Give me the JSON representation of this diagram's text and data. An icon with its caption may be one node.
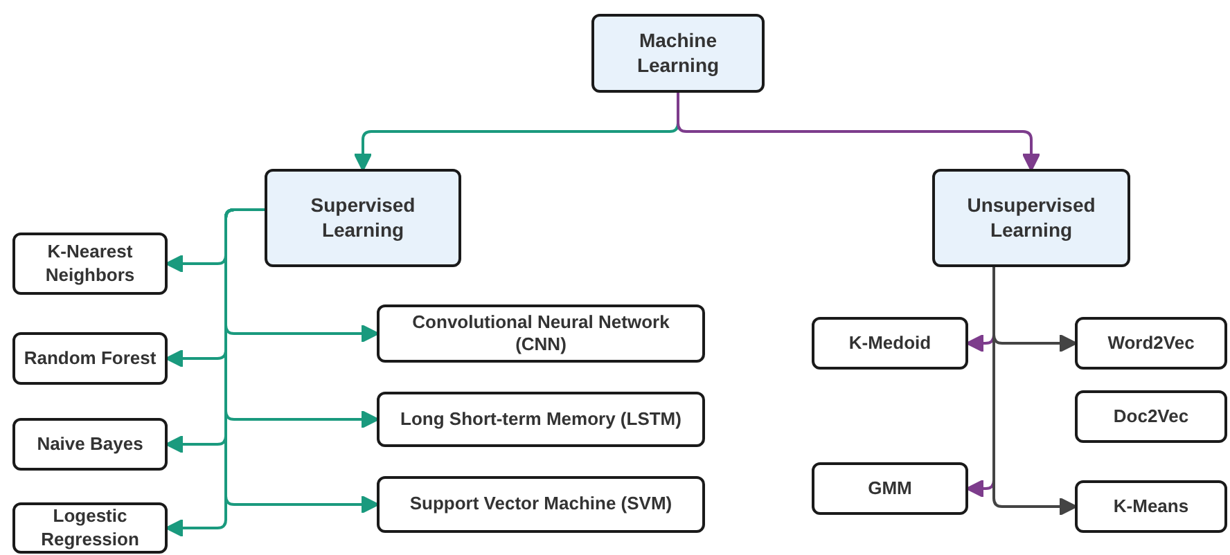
{
  "diagram": {
    "nodes": [
      {
        "text": [
          "Machine Learning"
        ]
      },
      {
        "text": [
          "Supervised Learning"
        ]
      },
      {
        "text": [
          "Unsupervised Learning"
        ]
      },
      {
        "text": [
          "K-Nearest Neighbors"
        ]
      },
      {
        "text": [
          "Convolutional Neural Network (CNN)"
        ]
      },
      {
        "text": [
          "Random Forest"
        ]
      },
      {
        "text": [
          "Long Short-term Memory (LSTM)"
        ]
      },
      {
        "text": [
          "Naive Bayes"
        ]
      },
      {
        "text": [
          "Support Vector Machine (SVM)"
        ]
      },
      {
        "text": [
          "Logestic Regression"
        ]
      },
      {
        "text": [
          "K-Medoid"
        ]
      },
      {
        "text": [
          "Word2Vec"
        ]
      },
      {
        "text": [
          "Doc2Vec"
        ]
      },
      {
        "text": [
          "GMM"
        ]
      },
      {
        "text": [
          "K-Means"
        ]
      }
    ],
    "edges": [
      {
        "from": 0,
        "to": 1,
        "arrow": "to"
      },
      {
        "from": 0,
        "to": 2,
        "arrow": "to",
        "color": "#7d3c8c"
      },
      {
        "from": 1,
        "to": 3,
        "arrow": "to"
      },
      {
        "from": 1,
        "to": 5,
        "arrow": "to"
      },
      {
        "from": 1,
        "to": 7,
        "arrow": "to"
      },
      {
        "from": 1,
        "to": 9,
        "arrow": "to"
      },
      {
        "from": 1,
        "to": 4,
        "arrow": "to"
      },
      {
        "from": 1,
        "to": 6,
        "arrow": "to"
      },
      {
        "from": 1,
        "to": 8,
        "arrow": "to"
      },
      {
        "from": 2,
        "to": 10,
        "arrow": "to",
        "color": "#7d3c8c"
      },
      {
        "from": 2,
        "to": 11,
        "arrow": "to",
        "color": "#444444"
      },
      {
        "from": 2,
        "to": 13,
        "arrow": "to",
        "color": "#7d3c8c"
      },
      {
        "from": 2,
        "to": 14,
        "arrow": "to",
        "color": "#444444"
      }
    ]
  }
}
